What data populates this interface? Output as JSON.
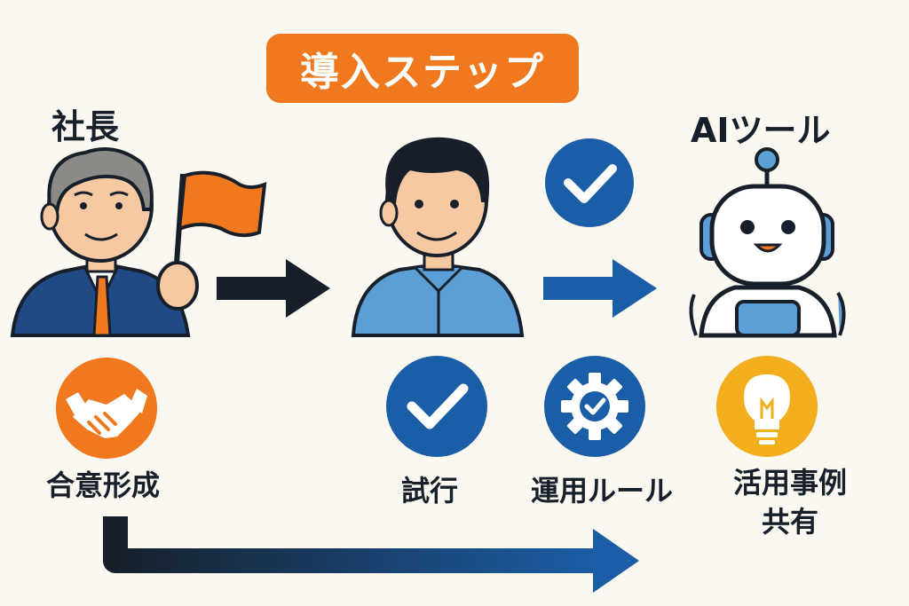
{
  "banner": {
    "title": "導入ステップ"
  },
  "actors": {
    "president": "社長",
    "ai_tool": "AIツール"
  },
  "steps": [
    {
      "label": "合意形成",
      "icon": "handshake-icon",
      "color": "#f0781e"
    },
    {
      "label": "試行",
      "icon": "check-icon",
      "color": "#1b5ea8"
    },
    {
      "label": "運用ルール",
      "icon": "gear-icon",
      "color": "#1b5ea8"
    },
    {
      "label": "活用事例\n共有",
      "icon": "lightbulb-icon",
      "color": "#f2ae1c"
    }
  ],
  "colors": {
    "accent_orange": "#f0781e",
    "accent_blue": "#1b5ea8",
    "accent_yellow": "#f2ae1c",
    "dark": "#17202a",
    "shirt_blue": "#5b9fd6"
  }
}
